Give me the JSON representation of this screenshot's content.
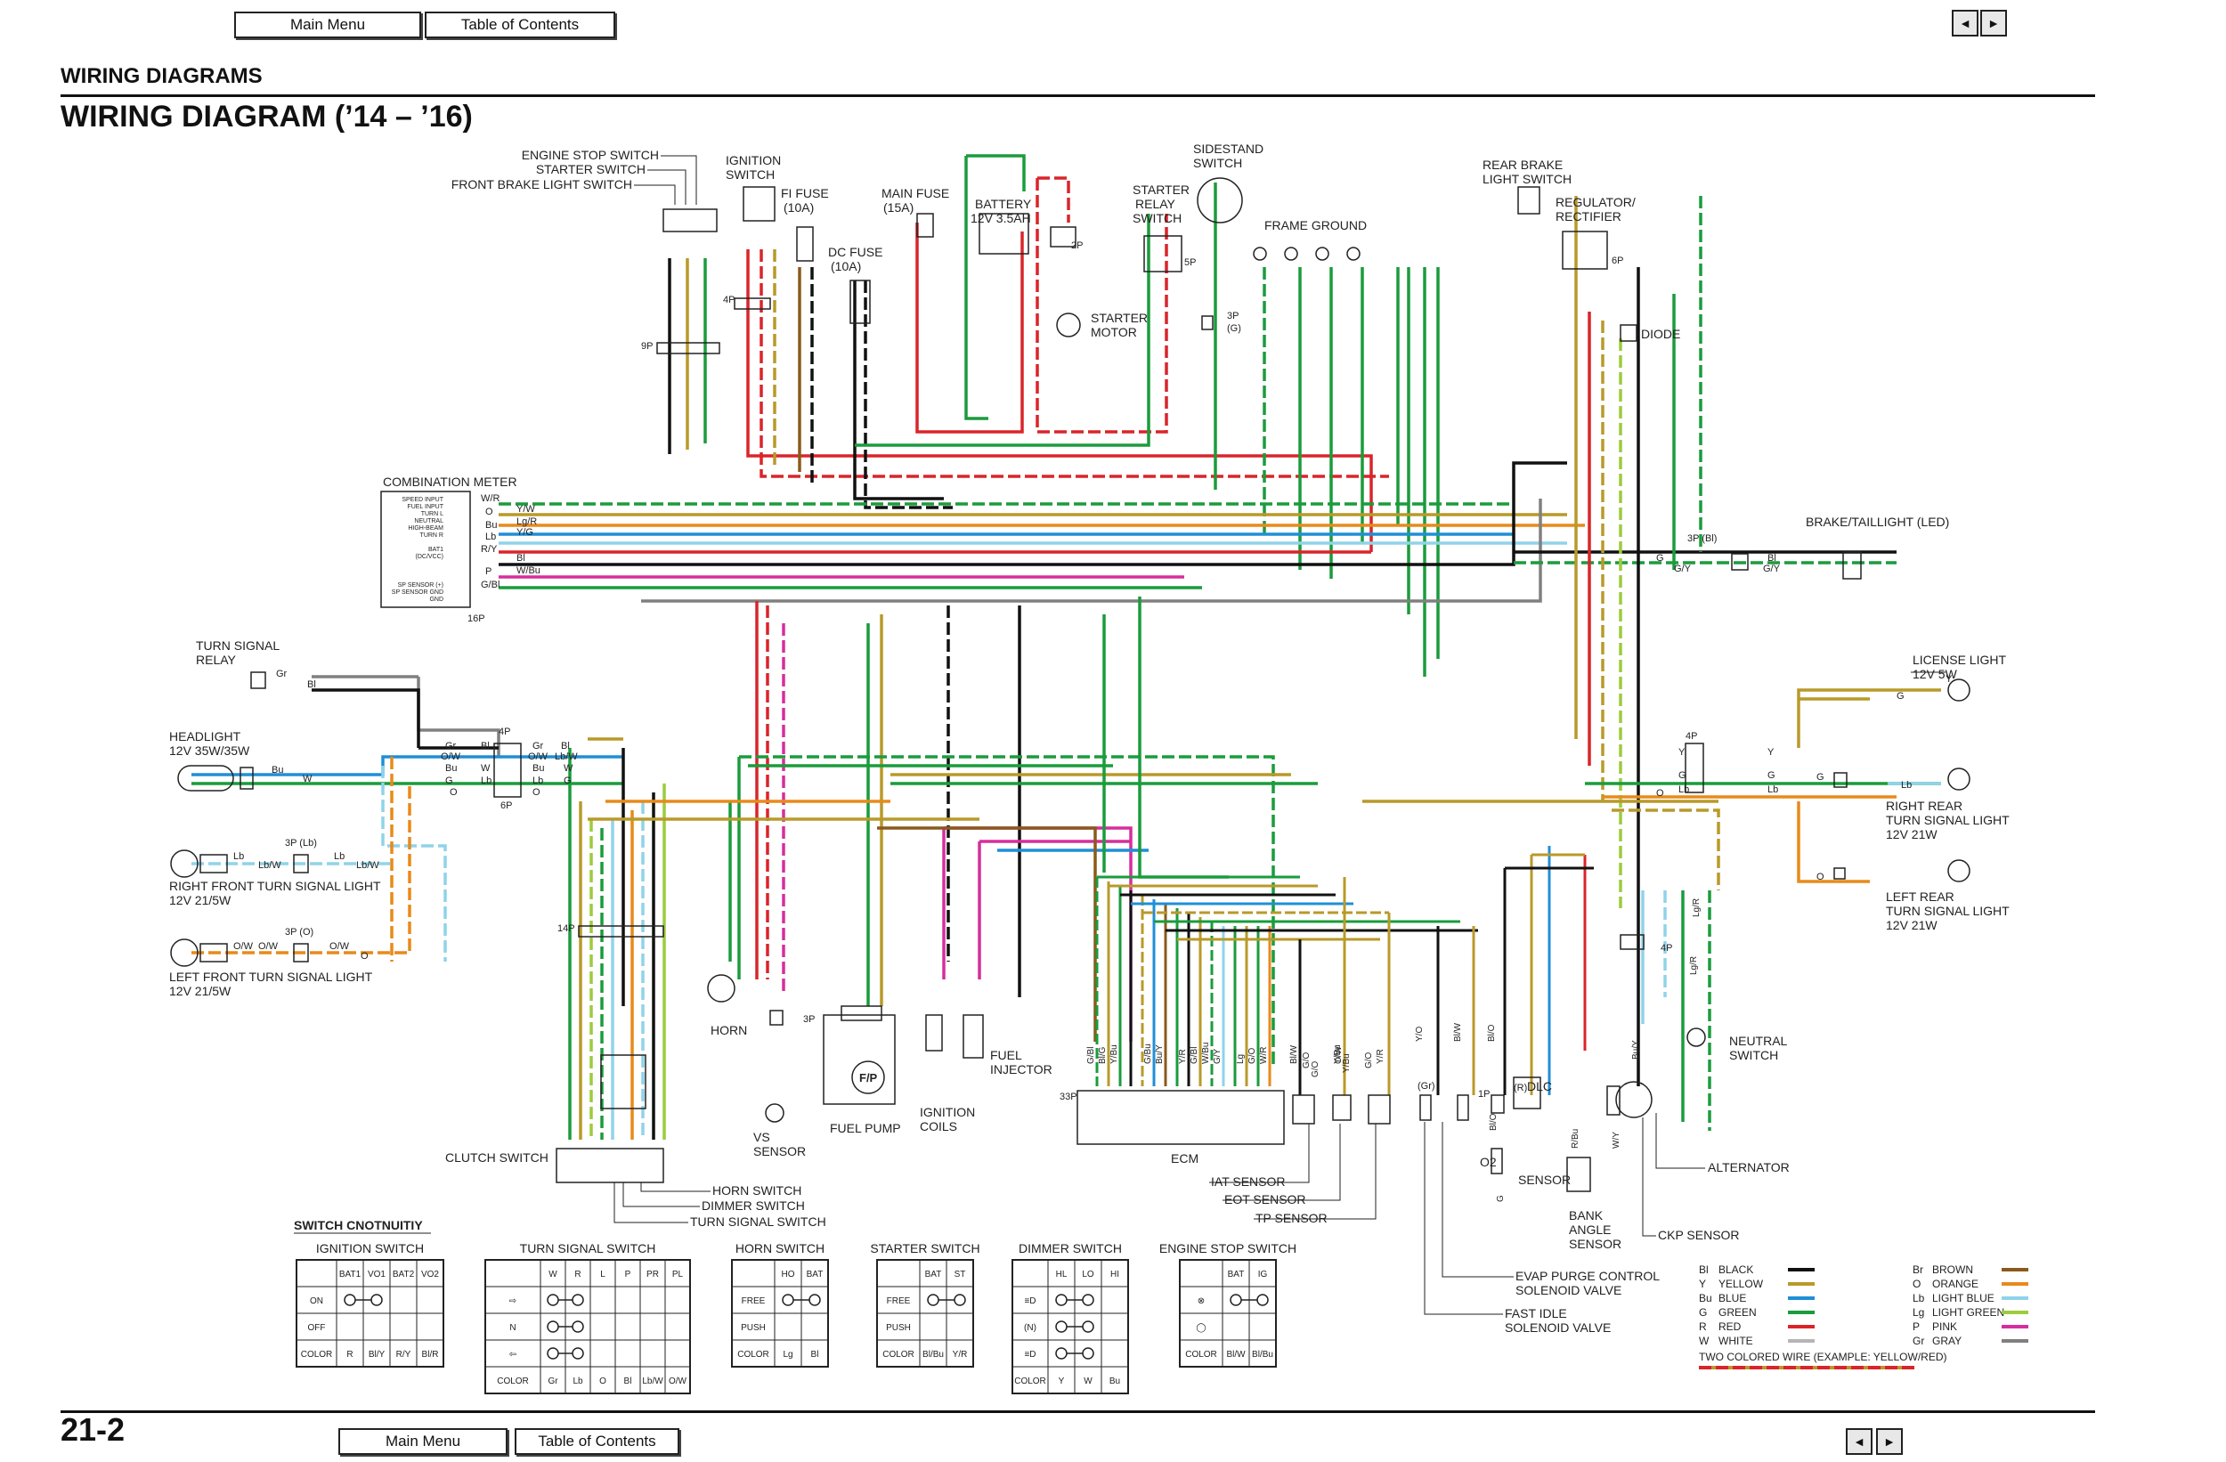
{
  "nav": {
    "main_menu": "Main Menu",
    "table_of_contents": "Table of Contents",
    "prev_arrow": "◄",
    "next_arrow": "►"
  },
  "header": {
    "section": "WIRING DIAGRAMS",
    "title": "WIRING DIAGRAM (’14 – ’16)"
  },
  "page_number": "21-2",
  "components": {
    "engine_stop_switch": "ENGINE STOP SWITCH",
    "starter_switch": "STARTER SWITCH",
    "front_brake_light_switch": "FRONT BRAKE LIGHT SWITCH",
    "ignition_switch": [
      "IGNITION",
      "SWITCH"
    ],
    "fi_fuse": [
      "FI FUSE",
      "(10A)"
    ],
    "dc_fuse": [
      "DC FUSE",
      "(10A)"
    ],
    "main_fuse": [
      "MAIN FUSE",
      "(15A)"
    ],
    "battery": [
      "BATTERY",
      "12V 3.5AH"
    ],
    "starter_relay_switch": [
      "STARTER",
      "RELAY",
      "SWITCH"
    ],
    "starter_motor": [
      "STARTER",
      "MOTOR"
    ],
    "sidestand_switch": [
      "SIDESTAND",
      "SWITCH"
    ],
    "frame_ground": "FRAME GROUND",
    "rear_brake_light_switch": [
      "REAR BRAKE",
      "LIGHT SWITCH"
    ],
    "regulator_rectifier": [
      "REGULATOR/",
      "RECTIFIER"
    ],
    "diode": "DIODE",
    "brake_taillight": "BRAKE/TAILLIGHT (LED)",
    "combination_meter": "COMBINATION METER",
    "meter_pins": [
      "SPEED INPUT",
      "FUEL INPUT",
      "TURN L",
      "NEUTRAL",
      "HIGH-BEAM",
      "TURN R",
      "",
      "BAT1",
      "(DC/VCC)",
      "",
      "",
      "",
      "SP SENSOR (+)",
      "SP SENSOR GND",
      "GND"
    ],
    "turn_signal_relay": [
      "TURN SIGNAL",
      "RELAY"
    ],
    "headlight": [
      "HEADLIGHT",
      "12V 35W/35W"
    ],
    "right_front_turn": [
      "RIGHT FRONT TURN SIGNAL LIGHT",
      "12V 21/5W"
    ],
    "left_front_turn": [
      "LEFT FRONT TURN SIGNAL LIGHT",
      "12V 21/5W"
    ],
    "license_light": [
      "LICENSE LIGHT",
      "12V 5W"
    ],
    "right_rear_turn": [
      "RIGHT REAR",
      "TURN SIGNAL LIGHT",
      "12V 21W"
    ],
    "left_rear_turn": [
      "LEFT REAR",
      "TURN SIGNAL LIGHT",
      "12V 21W"
    ],
    "horn": "HORN",
    "vs_sensor": [
      "VS",
      "SENSOR"
    ],
    "fuel_pump": "FUEL PUMP",
    "fuel_pump_symbol": "F/P",
    "ignition_coils": [
      "IGNITION",
      "COILS"
    ],
    "fuel_injector": [
      "FUEL",
      "INJECTOR"
    ],
    "ecm": "ECM",
    "iat_sensor": "IAT SENSOR",
    "eot_sensor": "EOT SENSOR",
    "tp_sensor": "TP SENSOR",
    "o2_sensor": [
      "O2",
      "SENSOR"
    ],
    "dlc": "DLC",
    "bank_angle_sensor": [
      "BANK",
      "ANGLE",
      "SENSOR"
    ],
    "ckp_sensor": "CKP SENSOR",
    "alternator": "ALTERNATOR",
    "neutral_switch": [
      "NEUTRAL",
      "SWITCH"
    ],
    "evap": [
      "EVAP PURGE CONTROL",
      "SOLENOID VALVE"
    ],
    "fast_idle": [
      "FAST IDLE",
      "SOLENOID VALVE"
    ],
    "clutch_switch": "CLUTCH SWITCH",
    "horn_switch": "HORN SWITCH",
    "dimmer_switch": "DIMMER SWITCH",
    "turn_signal_switch": "TURN SIGNAL SWITCH"
  },
  "connectors": {
    "p16": "16P",
    "p9": "9P",
    "p4": "4P",
    "p2": "2P",
    "p5": "5P",
    "p3g": "3P",
    "p3g_sub": "(G)",
    "p6": "6P",
    "p3bl": "3P (Bl)",
    "p3lb": "3P (Lb)",
    "p3o": "3P (O)",
    "p14": "14P",
    "p33": "33P",
    "p2gr": "(Gr)",
    "p1": "1P",
    "p4r": "(R)",
    "p3": "3P"
  },
  "wire_labels": {
    "meter": [
      "W/R",
      "O",
      "Bu",
      "Lb",
      "R/Y",
      "Bl",
      "W/Bu",
      "P",
      "G/Bl"
    ],
    "meter_right": [
      "Y/W",
      "Lg/R",
      "Y/G",
      "Bl",
      "W/Bu"
    ],
    "tail": [
      "G",
      "G/Y",
      "Bl",
      "G/Y",
      "G",
      "Bl"
    ],
    "front": [
      "Gr",
      "Bl",
      "O/W",
      "Bu",
      "W",
      "Lb",
      "G",
      "O"
    ],
    "front_right": [
      "Gr",
      "Bl",
      "O/W",
      "Lb/W",
      "Bu",
      "W",
      "Lb",
      "G",
      "O"
    ],
    "lights": [
      "Bu",
      "W",
      "Lb",
      "Lb/W",
      "Lb",
      "Lb/W",
      "O/W",
      "O/W",
      "O",
      "O/W",
      "Gr",
      "Bl"
    ],
    "rear": [
      "Y",
      "G",
      "O",
      "Lb",
      "Y",
      "G",
      "Lb",
      "Y",
      "G",
      "Lb",
      "G",
      "O"
    ],
    "ecm_pins": [
      "G/Bl",
      "Bl/G",
      "Y/Bu",
      "G/Bu",
      "Bu/Y",
      "Y/R",
      "G/Bl",
      "W/Bu",
      "G/Y",
      "Lg",
      "G/O",
      "W/R",
      "Bl/W",
      "O/W"
    ],
    "sensor": [
      "G/O",
      "G/O",
      "Y/Bu",
      "Y/Bu",
      "G/O",
      "Y/R",
      "Y/O",
      "Bl/W",
      "Bl/O",
      "R/Bu",
      "Bu/Y",
      "W/Y",
      "Lg/R",
      "Lg/R",
      "Bl/O",
      "G"
    ]
  },
  "switch_continuity": {
    "title": "SWITCH CNOTNUITIY",
    "ignition": {
      "title": "IGNITION SWITCH",
      "headers": [
        "",
        "BAT1",
        "VO1",
        "BAT2",
        "VO2"
      ],
      "rows": [
        [
          "ON"
        ],
        [
          "OFF"
        ]
      ],
      "color": [
        "COLOR",
        "R",
        "Bl/Y",
        "R/Y",
        "Bl/R"
      ]
    },
    "turn": {
      "title": "TURN SIGNAL SWITCH",
      "headers": [
        "",
        "W",
        "R",
        "L",
        "P",
        "PR",
        "PL"
      ],
      "rows": [
        [
          "⇨"
        ],
        [
          "N"
        ],
        [
          "⇦"
        ]
      ],
      "color": [
        "COLOR",
        "Gr",
        "Lb",
        "O",
        "Bl",
        "Lb/W",
        "O/W"
      ]
    },
    "horn": {
      "title": "HORN SWITCH",
      "headers": [
        "",
        "HO",
        "BAT"
      ],
      "rows": [
        [
          "FREE"
        ],
        [
          "PUSH"
        ]
      ],
      "color": [
        "COLOR",
        "Lg",
        "Bl"
      ]
    },
    "starter": {
      "title": "STARTER SWITCH",
      "headers": [
        "",
        "BAT",
        "ST"
      ],
      "rows": [
        [
          "FREE"
        ],
        [
          "PUSH"
        ]
      ],
      "color": [
        "COLOR",
        "Bl/Bu",
        "Y/R"
      ]
    },
    "dimmer": {
      "title": "DIMMER SWITCH",
      "headers": [
        "",
        "HL",
        "LO",
        "HI"
      ],
      "rows": [
        [
          "≡D"
        ],
        [
          "(N)"
        ],
        [
          "≡D"
        ]
      ],
      "color": [
        "COLOR",
        "Y",
        "W",
        "Bu"
      ]
    },
    "engine_stop": {
      "title": "ENGINE STOP SWITCH",
      "headers": [
        "",
        "BAT",
        "IG"
      ],
      "rows": [
        [
          "⊗"
        ],
        [
          "◯"
        ]
      ],
      "color": [
        "COLOR",
        "Bl/W",
        "Bl/Bu"
      ]
    }
  },
  "legend": {
    "items": [
      {
        "code": "Bl",
        "name": "BLACK",
        "color": "#111111"
      },
      {
        "code": "Y",
        "name": "YELLOW",
        "color": "#b89a2a"
      },
      {
        "code": "Bu",
        "name": "BLUE",
        "color": "#1f8fd6"
      },
      {
        "code": "G",
        "name": "GREEN",
        "color": "#1a9c3c"
      },
      {
        "code": "R",
        "name": "RED",
        "color": "#d9252a"
      },
      {
        "code": "W",
        "name": "WHITE",
        "color": "#b5b5b5"
      },
      {
        "code": "Br",
        "name": "BROWN",
        "color": "#8a5a1c"
      },
      {
        "code": "O",
        "name": "ORANGE",
        "color": "#e88a1a"
      },
      {
        "code": "Lb",
        "name": "LIGHT BLUE",
        "color": "#8fd3ea"
      },
      {
        "code": "Lg",
        "name": "LIGHT GREEN",
        "color": "#9ccc3c"
      },
      {
        "code": "P",
        "name": "PINK",
        "color": "#d62e9c"
      },
      {
        "code": "Gr",
        "name": "GRAY",
        "color": "#808080"
      }
    ],
    "two_color_note": "TWO COLORED WIRE (EXAMPLE: YELLOW/RED)"
  }
}
